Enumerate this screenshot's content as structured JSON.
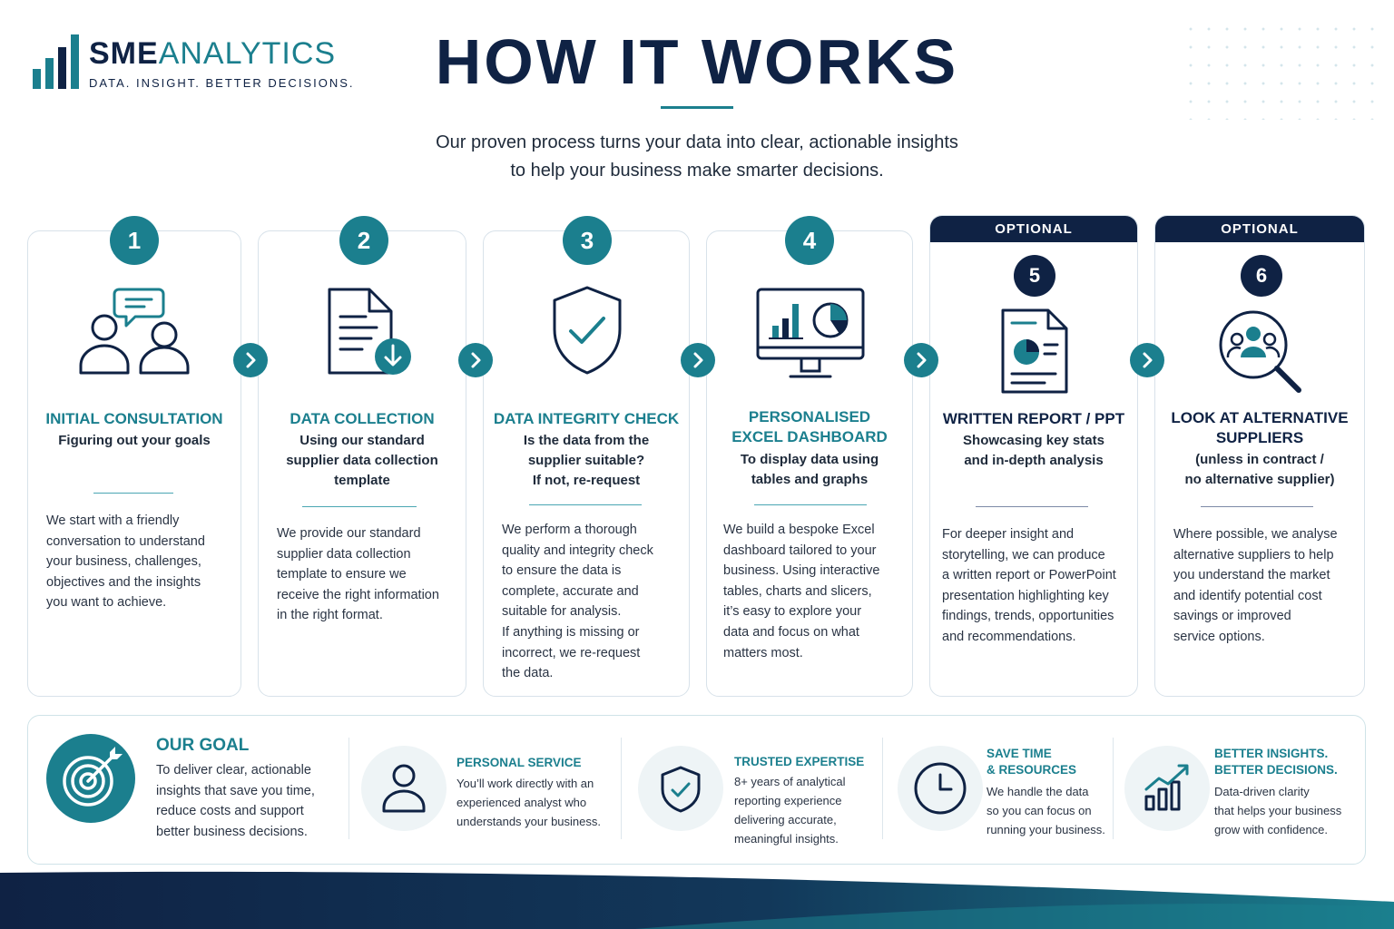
{
  "brand": {
    "name_part1": "SME",
    "name_part2": "ANALYTICS",
    "tagline": "DATA. INSIGHT. BETTER DECISIONS."
  },
  "header": {
    "title": "HOW IT WORKS",
    "subtitle_line1": "Our proven process turns your data into clear, actionable insights",
    "subtitle_line2": "to help your business make smarter decisions."
  },
  "steps": [
    {
      "number": "1",
      "icon": "consultation-chat-icon",
      "title": "INITIAL CONSULTATION",
      "sub1": "Figuring out your goals",
      "desc": [
        "We start with a friendly",
        "conversation to understand",
        "your business, challenges,",
        "objectives and the insights",
        "you want to achieve."
      ]
    },
    {
      "number": "2",
      "icon": "document-download-icon",
      "title": "DATA COLLECTION",
      "sub1": "Using our standard",
      "sub2": "supplier data collection",
      "sub3": "template",
      "desc": [
        "We provide our standard",
        "supplier data collection",
        "template to ensure we",
        "receive the right information",
        "in the right format."
      ]
    },
    {
      "number": "3",
      "icon": "shield-check-icon",
      "title": "DATA INTEGRITY CHECK",
      "sub1": "Is the data from the",
      "sub2": "supplier suitable?",
      "sub3": "If not, re-request",
      "desc": [
        "We perform a thorough",
        "quality and integrity check",
        "to ensure the data is",
        "complete, accurate and",
        "suitable for analysis.",
        "If anything is missing or",
        "incorrect, we re-request",
        "the data."
      ]
    },
    {
      "number": "4",
      "icon": "monitor-dashboard-icon",
      "title1": "PERSONALISED",
      "title2": "EXCEL DASHBOARD",
      "sub1": "To display data using",
      "sub2": "tables and graphs",
      "desc": [
        "We build a bespoke Excel",
        "dashboard tailored to your",
        "business. Using interactive",
        "tables, charts and slicers,",
        "it’s easy to explore your",
        "data and focus on what",
        "matters most."
      ]
    },
    {
      "number": "5",
      "badge": "OPTIONAL",
      "icon": "report-chart-icon",
      "title": "WRITTEN REPORT / PPT",
      "sub1": "Showcasing key stats",
      "sub2": "and in-depth analysis",
      "desc": [
        "For deeper insight and",
        "storytelling, we can produce",
        "a written report or PowerPoint",
        "presentation highlighting key",
        "findings, trends, opportunities",
        "and recommendations."
      ]
    },
    {
      "number": "6",
      "badge": "OPTIONAL",
      "icon": "people-magnifier-icon",
      "title1": "LOOK AT ALTERNATIVE",
      "title2": "SUPPLIERS",
      "sub1": "(unless in contract /",
      "sub2": "no alternative supplier)",
      "desc": [
        "Where possible, we analyse",
        "alternative suppliers to help",
        "you understand the market",
        "and identify potential cost",
        "savings or improved",
        "service options."
      ]
    }
  ],
  "goal": {
    "title": "OUR GOAL",
    "text": "To deliver clear, actionable insights that save you time, reduce costs and support better business decisions."
  },
  "features": [
    {
      "icon": "person-icon",
      "title1": "PERSONAL SERVICE",
      "text": [
        "You’ll work directly with an",
        "experienced analyst who",
        "understands your business."
      ]
    },
    {
      "icon": "shield-check-icon",
      "title1": "TRUSTED EXPERTISE",
      "text": [
        "8+ years of analytical",
        "reporting experience",
        "delivering accurate,",
        "meaningful insights."
      ]
    },
    {
      "icon": "clock-icon",
      "title1": "SAVE TIME",
      "title2": "& RESOURCES",
      "text": [
        "We handle the data",
        "so you can focus on",
        "running your business."
      ]
    },
    {
      "icon": "growth-chart-icon",
      "title1": "BETTER INSIGHTS.",
      "title2": "BETTER DECISIONS.",
      "text": [
        "Data-driven clarity",
        "that helps your business",
        "grow with confidence."
      ]
    }
  ],
  "colors": {
    "teal": "#1b7f8e",
    "navy": "#0f2244",
    "light": "#eef4f6"
  }
}
